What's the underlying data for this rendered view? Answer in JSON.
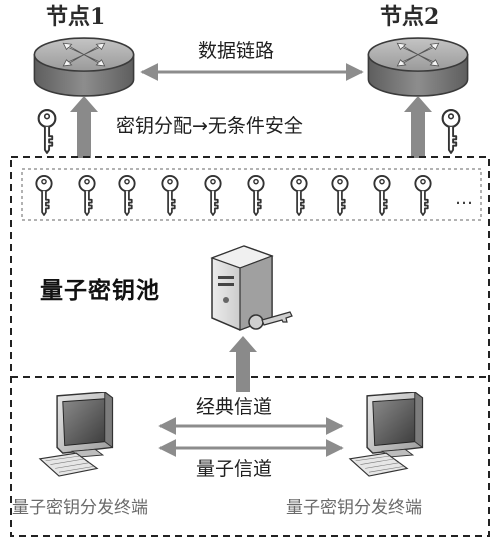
{
  "nodes": {
    "left": "节点1",
    "right": "节点2"
  },
  "data_link": "数据链路",
  "key_distribution": "密钥分配→无条件安全",
  "key_pool": "量子密钥池",
  "classical_channel": "经典信道",
  "quantum_channel": "量子信道",
  "terminals": {
    "left": "量子密钥分发终端",
    "right": "量子密钥分发终端"
  },
  "key_strip_more": "…",
  "colors": {
    "router_body": "#7a7a7a",
    "arrow_gray": "#8c8c8c",
    "dash_line": "#222222",
    "key_outline": "#333333"
  },
  "icons": [
    "router-icon",
    "key-icon",
    "server-icon",
    "computer-icon",
    "keyboard-icon"
  ]
}
